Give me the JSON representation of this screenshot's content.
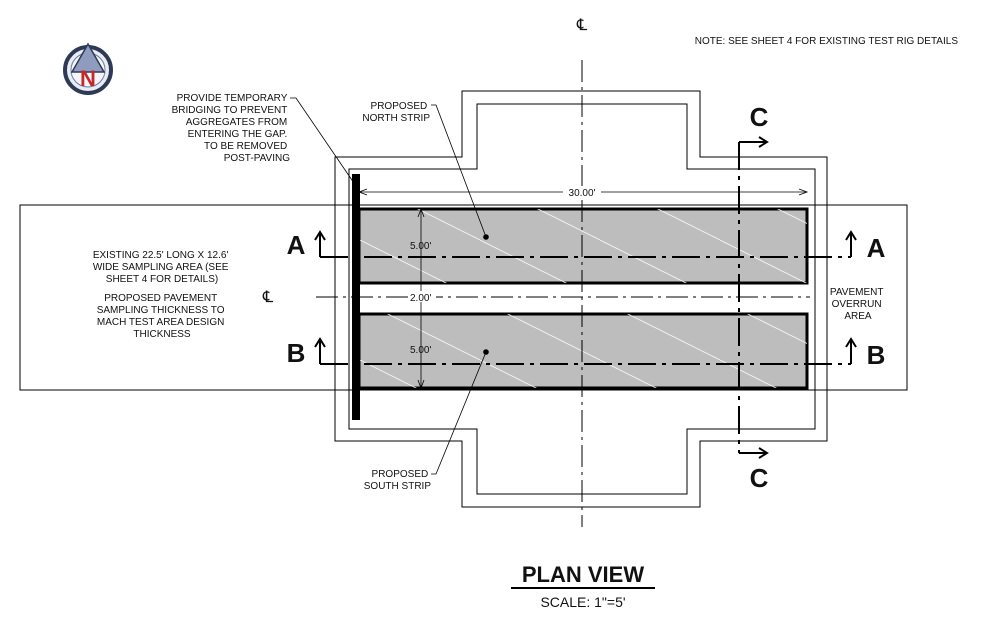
{
  "note": "NOTE: SEE SHEET 4  FOR EXISTING TEST RIG DETAILS",
  "centerline_symbol": "℄",
  "north_arrow": {
    "icon": "north-arrow-icon",
    "letter": "N"
  },
  "labels": {
    "bridging": [
      "PROVIDE TEMPORARY",
      "BRIDGING TO PREVENT",
      "AGGREGATES FROM",
      "ENTERING THE GAP.",
      "TO BE REMOVED",
      "POST-PAVING"
    ],
    "north_strip": [
      "PROPOSED",
      "NORTH STRIP"
    ],
    "south_strip": [
      "PROPOSED",
      "SOUTH STRIP"
    ],
    "existing_area": [
      "EXISTING 22.5' LONG X 12.6'",
      "WIDE SAMPLING AREA (SEE",
      "SHEET 4 FOR DETAILS)"
    ],
    "proposed_thickness": [
      "PROPOSED PAVEMENT",
      "SAMPLING THICKNESS TO",
      "MACH TEST AREA DESIGN",
      "THICKNESS"
    ],
    "overrun": [
      "PAVEMENT",
      "OVERRUN",
      "AREA"
    ]
  },
  "dimensions": {
    "length": "30.00'",
    "north_width": "5.00'",
    "gap": "2.00'",
    "south_width": "5.00'"
  },
  "sections": {
    "a": "A",
    "b": "B",
    "c": "C"
  },
  "title": "PLAN VIEW",
  "scale": "SCALE: 1\"=5'",
  "colors": {
    "strip_fill": "#bdbdbd",
    "line": "#000000",
    "north_arrow_ring": "#2e3a55",
    "north_arrow_red": "#c62828"
  }
}
